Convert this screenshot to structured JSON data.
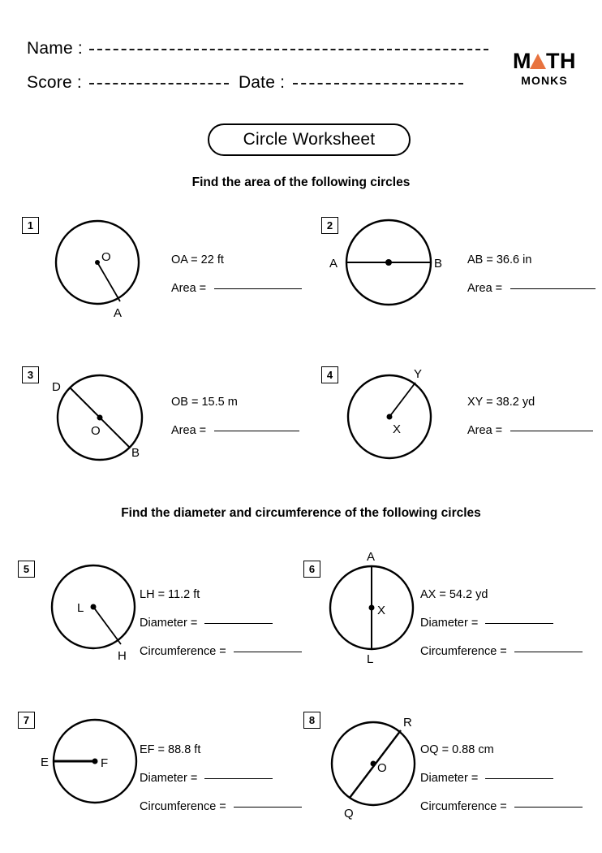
{
  "header": {
    "name_label": "Name :",
    "score_label": "Score :",
    "date_label": "Date :",
    "logo_top": "MATH",
    "logo_bottom": "MONKS",
    "logo_accent_color": "#e8733f"
  },
  "title": "Circle Worksheet",
  "sections": [
    {
      "heading": "Find the area of the following circles"
    },
    {
      "heading": "Find the diameter and circumference of the following circles"
    }
  ],
  "problems": [
    {
      "number": "1",
      "given": "OA = 22 ft",
      "fields": [
        {
          "label": "Area ="
        }
      ],
      "figure": {
        "type": "radius",
        "center_label": "O",
        "point_label": "A"
      }
    },
    {
      "number": "2",
      "given": "AB = 36.6 in",
      "fields": [
        {
          "label": "Area ="
        }
      ],
      "figure": {
        "type": "diameter-horizontal",
        "left_label": "A",
        "right_label": "B"
      }
    },
    {
      "number": "3",
      "given": "OB = 15.5 m",
      "fields": [
        {
          "label": "Area ="
        }
      ],
      "figure": {
        "type": "diameter-diagonal",
        "center_label": "O",
        "upper_label": "D",
        "lower_label": "B"
      }
    },
    {
      "number": "4",
      "given": "XY = 38.2 yd",
      "fields": [
        {
          "label": "Area ="
        }
      ],
      "figure": {
        "type": "radius",
        "center_label": "X",
        "point_label": "Y"
      }
    },
    {
      "number": "5",
      "given": "LH = 11.2 ft",
      "fields": [
        {
          "label": "Diameter ="
        },
        {
          "label": "Circumference  ="
        }
      ],
      "figure": {
        "type": "radius",
        "center_label": "L",
        "point_label": "H"
      }
    },
    {
      "number": "6",
      "given": "AX = 54.2 yd",
      "fields": [
        {
          "label": "Diameter ="
        },
        {
          "label": "Circumference  ="
        }
      ],
      "figure": {
        "type": "diameter-vertical",
        "center_label": "X",
        "top_label": "A",
        "bottom_label": "L"
      }
    },
    {
      "number": "7",
      "given": "EF =  88.8 ft",
      "fields": [
        {
          "label": "Diameter ="
        },
        {
          "label": "Circumference  ="
        }
      ],
      "figure": {
        "type": "radius-horizontal",
        "center_label": "F",
        "edge_label": "E"
      }
    },
    {
      "number": "8",
      "given": "OQ = 0.88 cm",
      "fields": [
        {
          "label": "Diameter ="
        },
        {
          "label": "Circumference  ="
        }
      ],
      "figure": {
        "type": "diameter-diagonal",
        "center_label": "O",
        "upper_label": "R",
        "lower_label": "Q"
      }
    }
  ]
}
